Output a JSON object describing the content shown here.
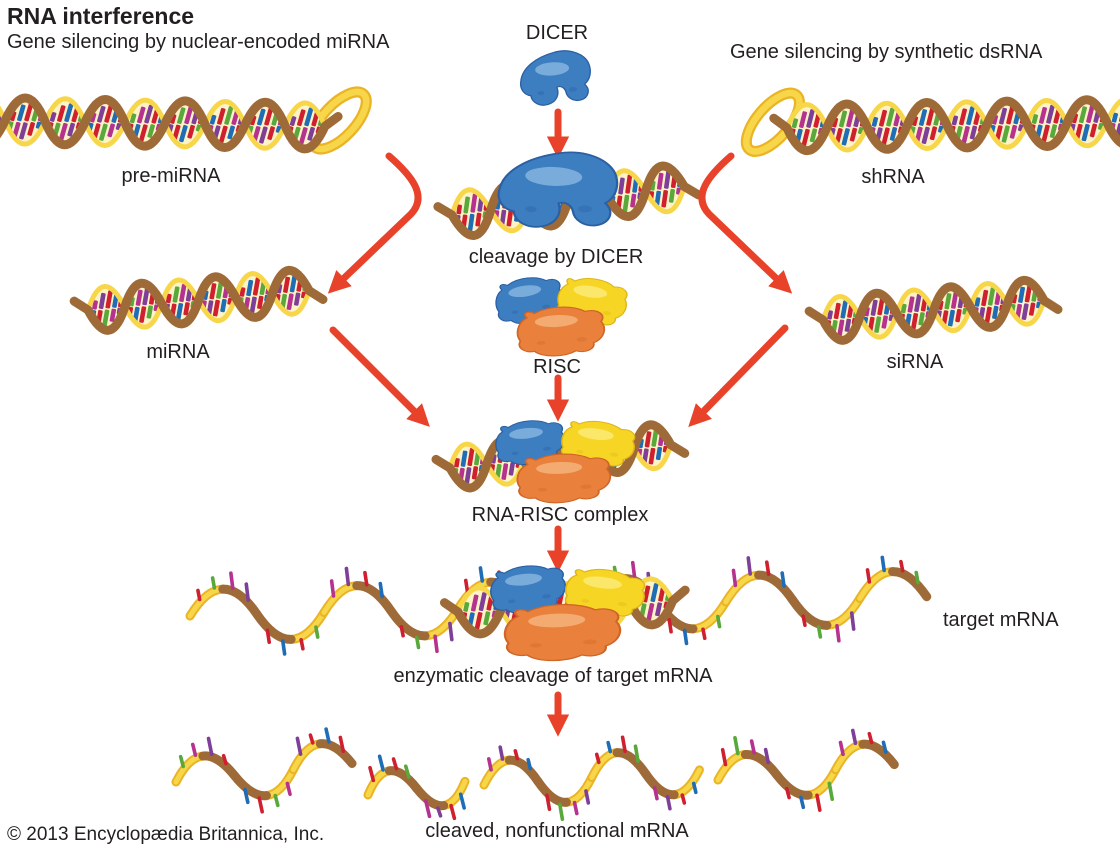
{
  "title": "RNA interference",
  "left_pathway": {
    "subtitle": "Gene silencing by nuclear-encoded miRNA",
    "precursor": "pre-miRNA",
    "product": "miRNA"
  },
  "right_pathway": {
    "subtitle": "Gene silencing by synthetic dsRNA",
    "precursor": "shRNA",
    "product": "siRNA"
  },
  "process": {
    "dicer": "DICER",
    "cleavage": "cleavage by DICER",
    "risc": "RISC",
    "complex": "RNA-RISC complex",
    "target": "target mRNA",
    "enzymatic": "enzymatic cleavage of target mRNA",
    "cleaved": "cleaved, nonfunctional mRNA"
  },
  "footer": {
    "copyright": "© 2013 Encyclopædia Britannica, Inc."
  },
  "colors": {
    "background": "#ffffff",
    "text": "#231f20",
    "arrow_red": "#e8432a",
    "strand_brown": "#9e6b38",
    "strand_yellow": "#f7d64a",
    "strand_yellow_edge": "#eab425",
    "lens_fill": "#fdf3c9",
    "base_colors": [
      "#1e6db6",
      "#cf2030",
      "#58a83c",
      "#b5338f",
      "#7e3f98",
      "#d01f2f"
    ],
    "blob_blue": "#3d7ec0",
    "blob_blue_hi": "#7fb0de",
    "blob_blue_edge": "#2b5fa3",
    "blob_yellow": "#f7d525",
    "blob_yellow_hi": "#fbea72",
    "blob_yellow_edge": "#dcb517",
    "blob_orange": "#e9813c",
    "blob_orange_hi": "#f4af77",
    "blob_orange_edge": "#cf6527"
  }
}
